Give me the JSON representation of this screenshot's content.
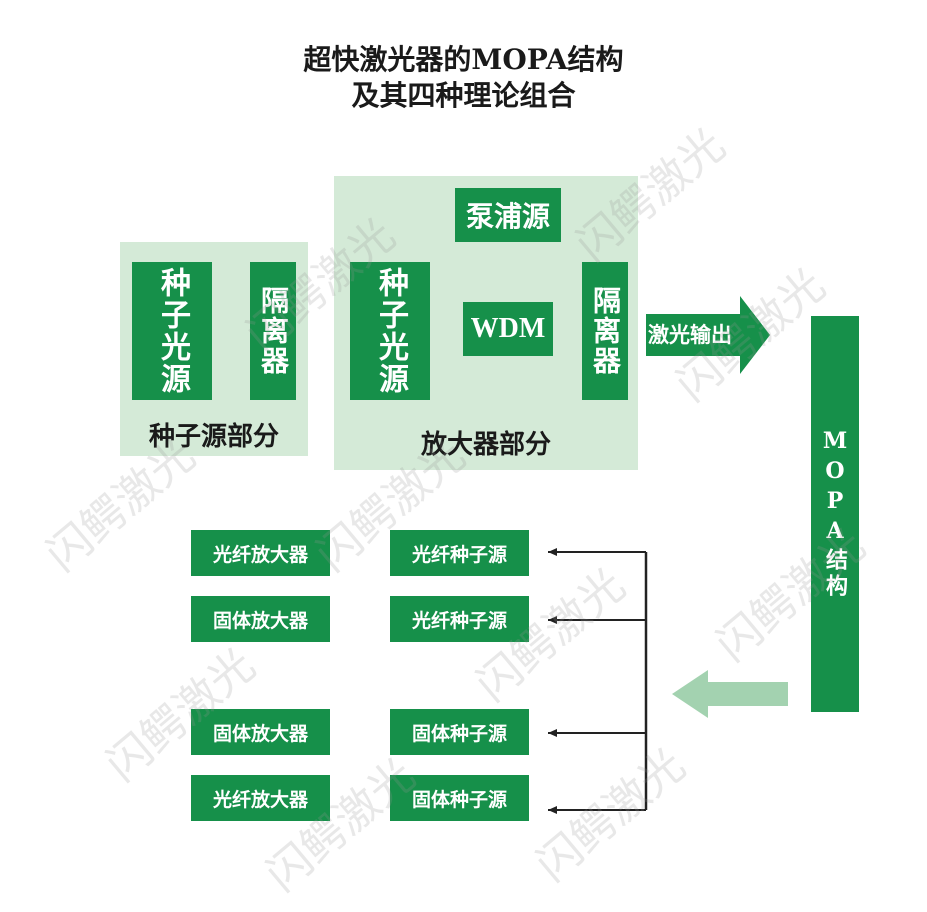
{
  "title": {
    "line1": "超快激光器的MOPA结构",
    "line2": "及其四种理论组合"
  },
  "seed_section": {
    "seed_source": "种子光源",
    "isolator": "隔离器",
    "caption": "种子源部分"
  },
  "amp_section": {
    "pump": "泵浦源",
    "seed_source": "种子光源",
    "wdm": "WDM",
    "isolator": "隔离器",
    "caption": "放大器部分"
  },
  "output_arrow": "激光输出",
  "mopa_bar": "MOPA结构",
  "combinations": [
    {
      "amplifier": "光纤放大器",
      "seed": "光纤种子源"
    },
    {
      "amplifier": "固体放大器",
      "seed": "光纤种子源"
    },
    {
      "amplifier": "固体放大器",
      "seed": "固体种子源"
    },
    {
      "amplifier": "光纤放大器",
      "seed": "固体种子源"
    }
  ],
  "watermark": "闪鳄激光",
  "colors": {
    "box_green": "#16904a",
    "panel_green": "#d4ead7",
    "light_arrow": "#9fd0ac",
    "line": "#222222"
  }
}
